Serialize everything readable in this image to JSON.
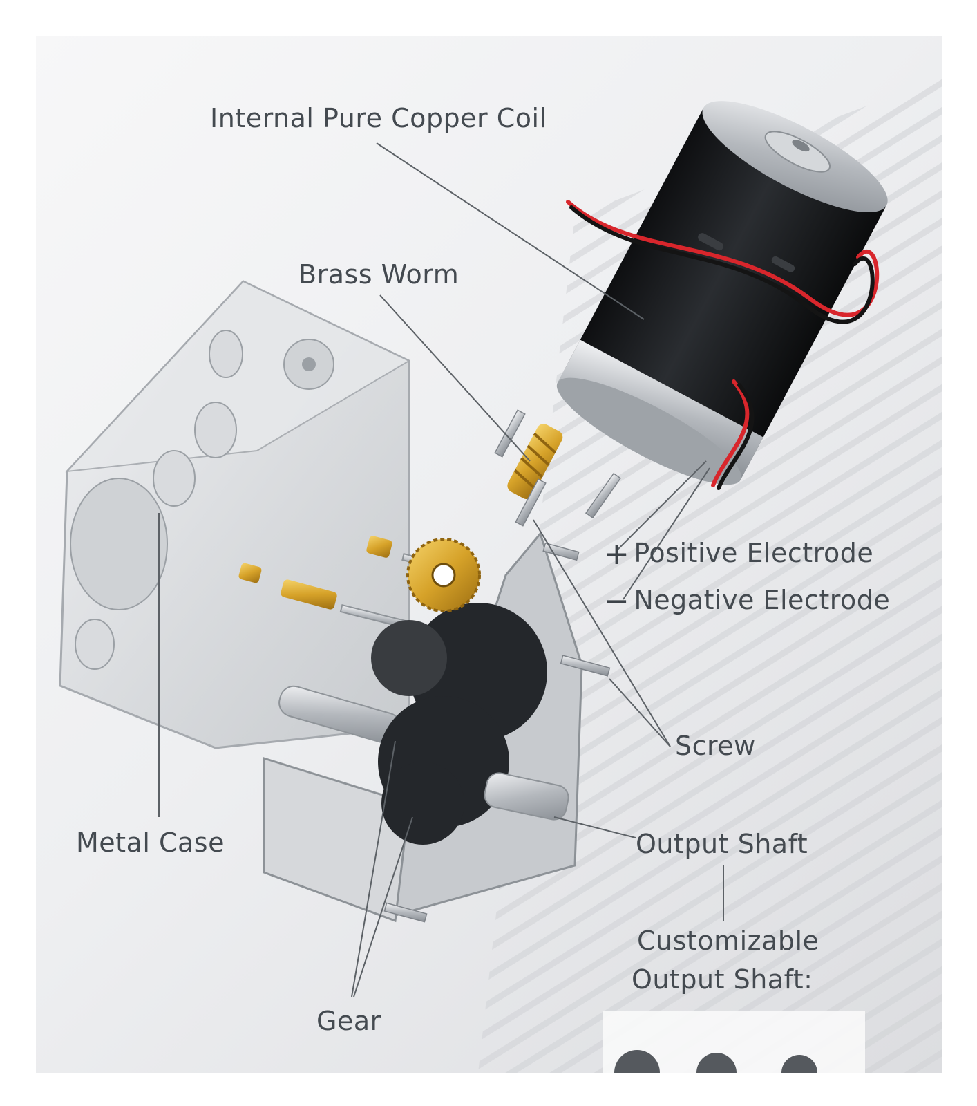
{
  "labels": {
    "copper_coil": "Internal Pure Copper Coil",
    "brass_worm": "Brass Worm",
    "positive_sign": "+",
    "positive_electrode": "Positive Electrode",
    "negative_sign": "−",
    "negative_electrode": "Negative Electrode",
    "screw": "Screw",
    "metal_case": "Metal Case",
    "output_shaft": "Output Shaft",
    "customizable_line1": "Customizable",
    "customizable_line2": "Output Shaft:",
    "gear": "Gear"
  },
  "colors": {
    "label_text": "#444a50",
    "leader_line": "#5c6166",
    "motor_body": "#1d1f22",
    "motor_cap": "#c9ccd0",
    "wire_red": "#d8262c",
    "wire_black": "#141414",
    "brass": "#d9a82c",
    "steel": "#b9bdc2",
    "black_gear": "#24272b",
    "case_glass": "#d7dadd"
  }
}
